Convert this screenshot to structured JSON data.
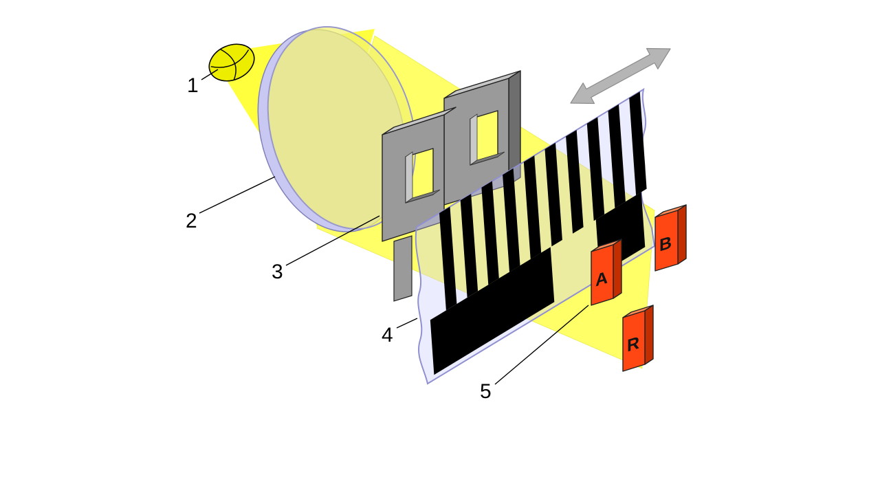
{
  "figure": {
    "labels": {
      "n1": "1",
      "n2": "2",
      "n3": "3",
      "n4": "4",
      "n5": "5"
    },
    "detectors": {
      "a": "A",
      "b": "B",
      "r": "R"
    },
    "colors": {
      "cone": "#FFFF33",
      "beam": "#FFFF4D",
      "lamp": "#EDED00",
      "lens_rim": "#C8C8F2",
      "lens_face": "#F2F270",
      "mask_front": "#9A9A9A",
      "mask_top": "#C6C6C6",
      "mask_side": "#6E6E6E",
      "strip_film": "#CCCCFF",
      "detector_front": "#FF4714",
      "detector_top": "#FF8A55",
      "detector_side": "#C32E00",
      "arrow": "#B5B5B5"
    }
  }
}
